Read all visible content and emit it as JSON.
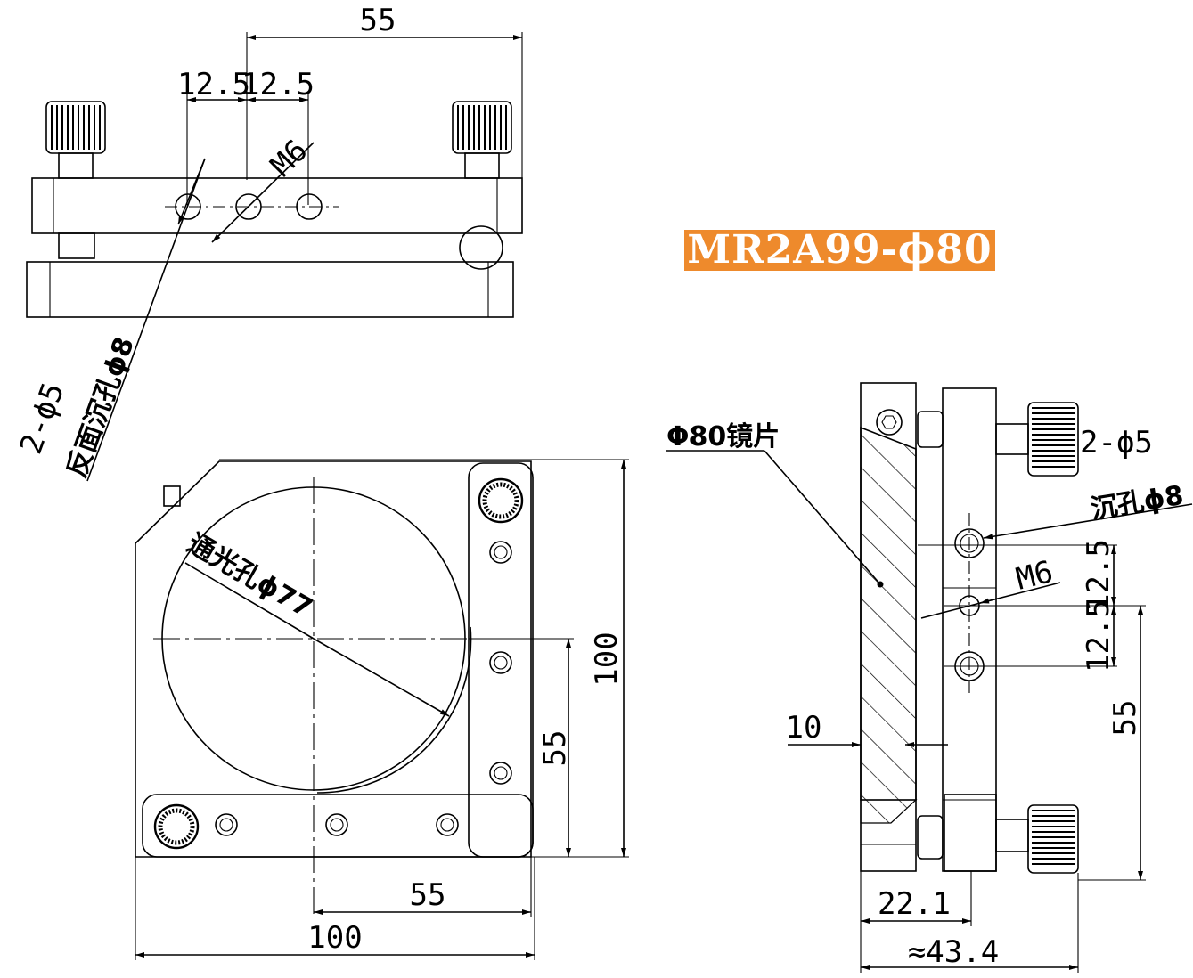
{
  "title": "MR2A99-ϕ80",
  "top_view": {
    "dim_55": "55",
    "dim_12_5_left": "12.5",
    "dim_12_5_right": "12.5",
    "thread": "M6",
    "note_line1": "2-ϕ5",
    "note_line2": "反面沉孔ϕ8"
  },
  "front_view": {
    "aperture": "通光孔ϕ77",
    "dim_100_height": "100",
    "dim_55_vertical": "55",
    "dim_55_horizontal": "55",
    "dim_100_width": "100"
  },
  "side_view": {
    "mirror": "Φ80镜片",
    "holes_line1": "2-ϕ5",
    "holes_line2": "沉孔ϕ8",
    "thread": "M6",
    "dim_12_5_a": "12.5",
    "dim_12_5_b": "12.5",
    "dim_55": "55",
    "dim_10": "10",
    "dim_22_1": "22.1",
    "dim_43_4": "≈43.4"
  }
}
